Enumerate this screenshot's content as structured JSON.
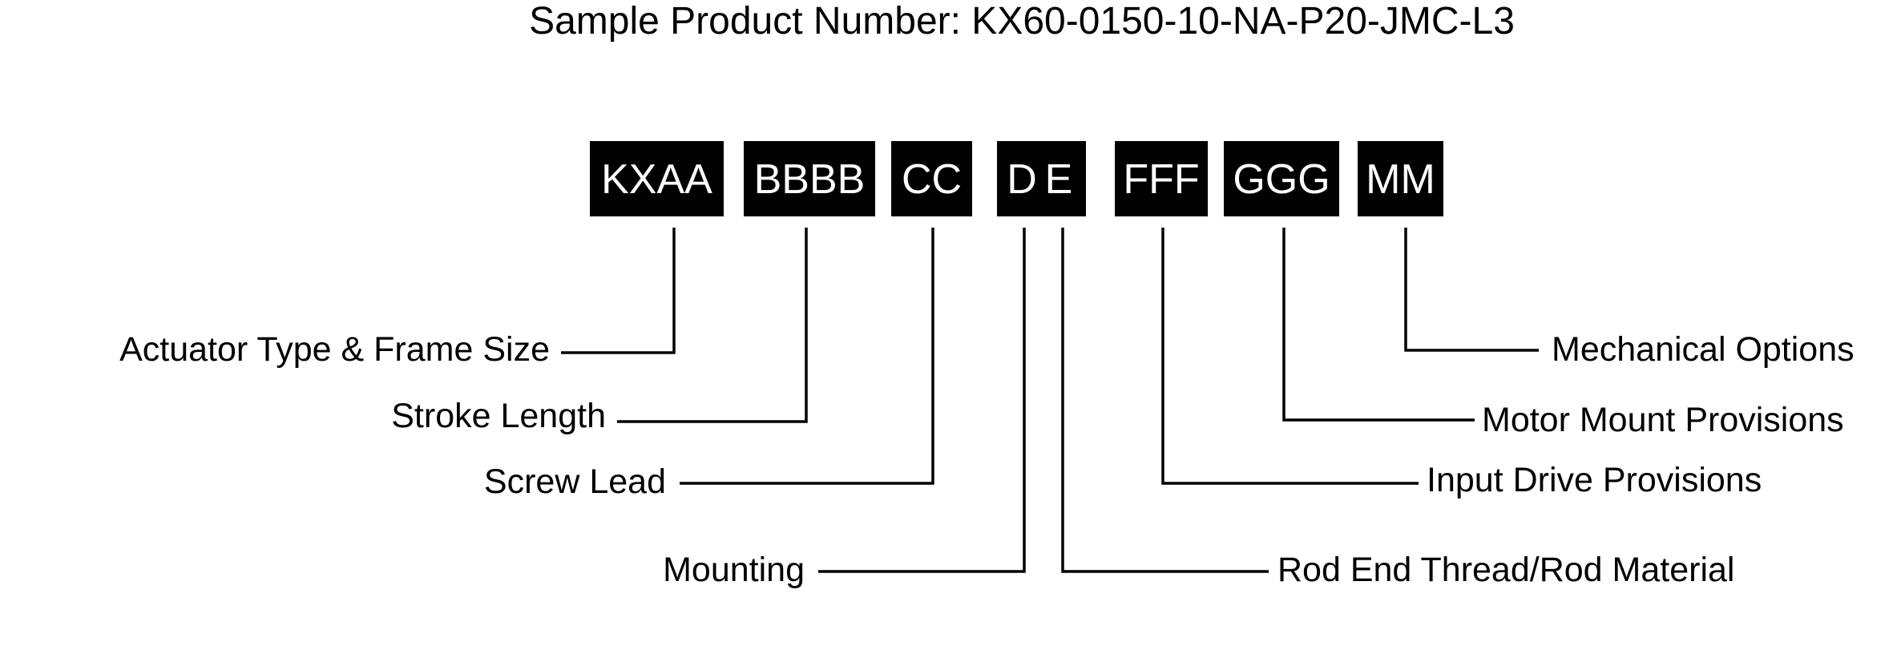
{
  "title": "Sample Product Number: KX60-0150-10-NA-P20-JMC-L3",
  "codes": {
    "kxaa": "KXAA",
    "bbbb": "BBBB",
    "cc": "CC",
    "d": "D",
    "e": "E",
    "fff": "FFF",
    "ggg": "GGG",
    "mm": "MM"
  },
  "labels": {
    "actuator_type": "Actuator Type & Frame Size",
    "stroke_length": "Stroke Length",
    "screw_lead": "Screw Lead",
    "mounting": "Mounting",
    "rod_end": "Rod End Thread/Rod Material",
    "input_drive": "Input Drive Provisions",
    "motor_mount": "Motor Mount Provisions",
    "mechanical_options": "Mechanical Options"
  },
  "colors": {
    "box_fill": "#000000",
    "box_text": "#ffffff",
    "line": "#000000"
  }
}
